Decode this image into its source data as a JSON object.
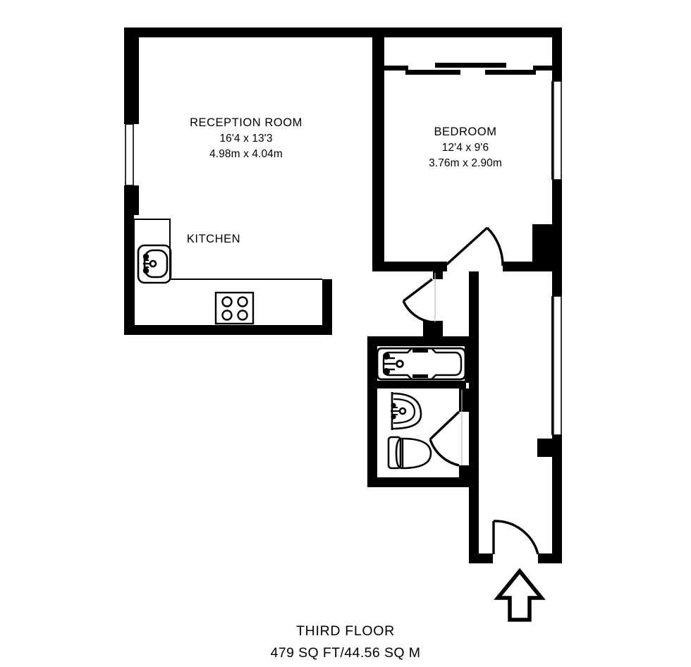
{
  "document": {
    "type": "floor-plan",
    "title": "THIRD FLOOR",
    "area": "479 SQ FT/44.56 SQ M",
    "line_color": "#000000",
    "background_color": "#ffffff"
  },
  "rooms": [
    {
      "id": "reception",
      "name": "RECEPTION ROOM",
      "dimensions_imperial": "16'4 x 13'3",
      "dimensions_metric": "4.98m x 4.04m"
    },
    {
      "id": "bedroom",
      "name": "BEDROOM",
      "dimensions_imperial": "12'4 x 9'6",
      "dimensions_metric": "3.76m x 2.90m"
    },
    {
      "id": "kitchen",
      "name": "KITCHEN",
      "dimensions_imperial": "",
      "dimensions_metric": ""
    }
  ],
  "fixtures": [
    {
      "id": "kitchen-sink",
      "name": "kitchen-sink-icon"
    },
    {
      "id": "kitchen-hob",
      "name": "hob-icon"
    },
    {
      "id": "bath",
      "name": "bathtub-icon"
    },
    {
      "id": "wash-basin",
      "name": "wash-basin-icon"
    },
    {
      "id": "toilet",
      "name": "toilet-icon"
    }
  ],
  "openings": [
    {
      "id": "entrance-door",
      "name": "entrance-door"
    },
    {
      "id": "bedroom-door",
      "name": "bedroom-door"
    },
    {
      "id": "hall-door",
      "name": "hall-door"
    },
    {
      "id": "bathroom-door",
      "name": "bathroom-door"
    },
    {
      "id": "window-left",
      "name": "window"
    },
    {
      "id": "window-right-upper",
      "name": "window"
    },
    {
      "id": "window-right-lower",
      "name": "window"
    },
    {
      "id": "window-bedroom-bay",
      "name": "window"
    }
  ],
  "annotations": {
    "entry_arrow": "entrance-direction-arrow"
  }
}
